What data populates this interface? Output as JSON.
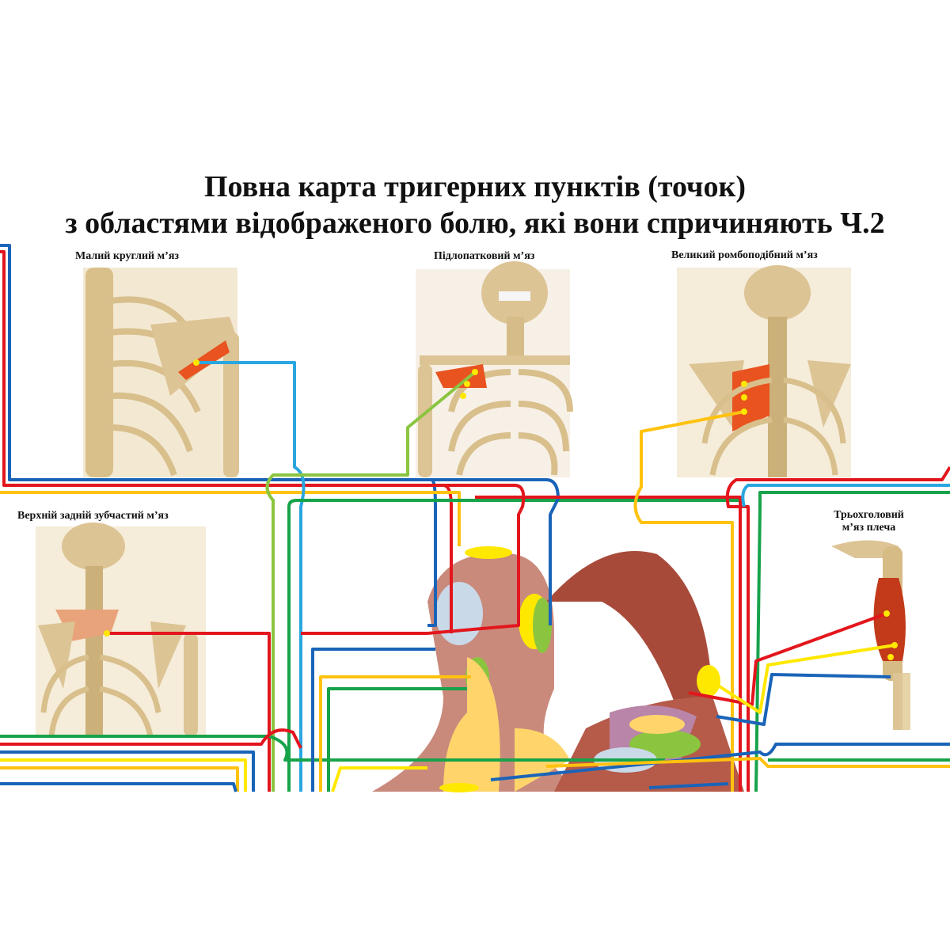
{
  "title": {
    "line1": "Повна карта тригерних пунктів (точок)",
    "line2": "з областями відображеного болю, які вони спричиняють Ч.2"
  },
  "panels": [
    {
      "label": "Малий круглий м’яз"
    },
    {
      "label": "Підлопатковий м’яз"
    },
    {
      "label": "Великий ромбоподібний м’яз"
    },
    {
      "label": "Верхній задній зубчастий м’яз"
    },
    {
      "label_line1": "Трьохголовий",
      "label_line2": "м’яз плеча"
    }
  ],
  "colors": {
    "red": "#e3161d",
    "blue": "#1a64b8",
    "light_blue": "#2aa6e0",
    "green": "#17a34a",
    "yellow": "#ffe800",
    "orange": "#ffc20e",
    "light_green": "#8bc540",
    "bone": "#e4cf9f",
    "muscle": "#e05a2a"
  }
}
